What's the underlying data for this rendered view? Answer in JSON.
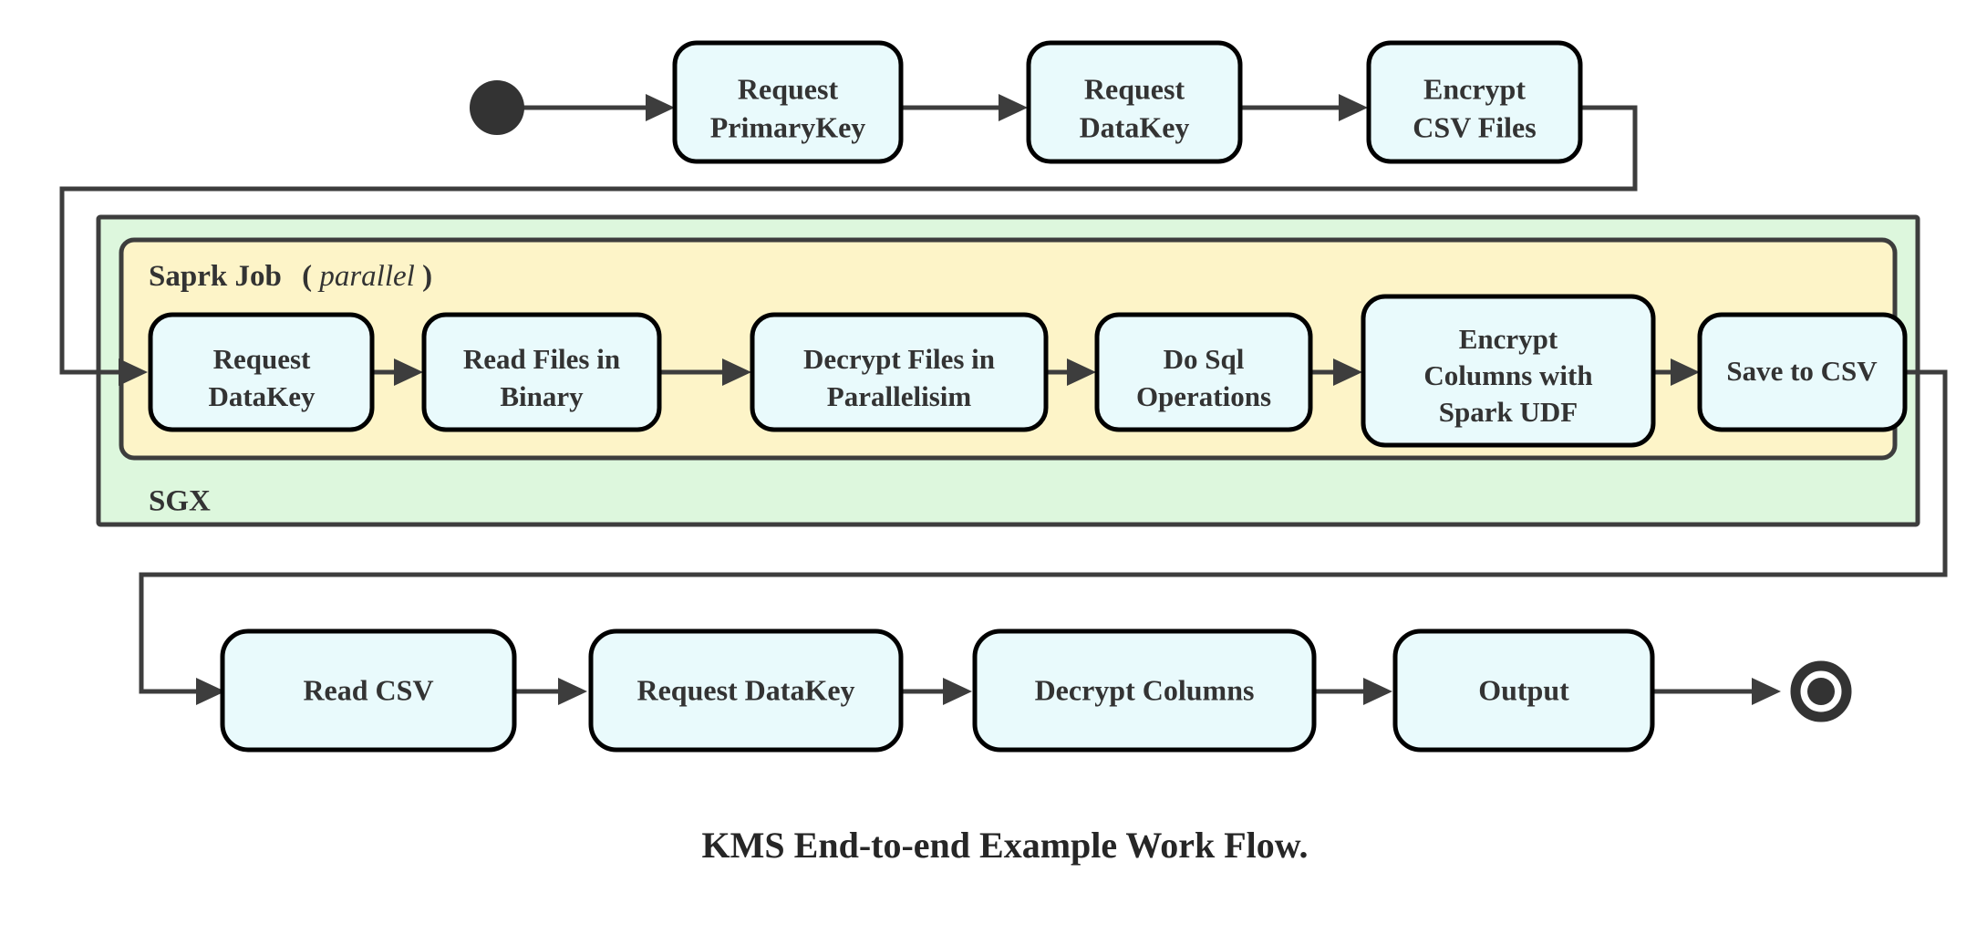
{
  "diagram": {
    "title": "KMS End-to-end Example Work Flow.",
    "type": "activity-flowchart",
    "colors": {
      "node_fill": "#e9fafc",
      "node_stroke": "#000000",
      "sgx_fill": "#ddf7dd",
      "spark_fill": "#fdf4c8",
      "connector": "#3d3d3d",
      "text": "#333333",
      "background": "#ffffff"
    },
    "containers": [
      {
        "id": "sgx",
        "label": "SGX",
        "label_position": "bottom-left"
      },
      {
        "id": "spark-job",
        "label": "Saprk Job",
        "label_suffix_open": "(",
        "label_italic": "parallel",
        "label_suffix_close": ")",
        "label_position": "top-left"
      }
    ],
    "nodes": {
      "start": {
        "kind": "start-node",
        "label": ""
      },
      "request_primarykey": {
        "line1": "Request",
        "line2": "PrimaryKey"
      },
      "request_datakey_top": {
        "line1": "Request",
        "line2": "DataKey"
      },
      "encrypt_csv_files": {
        "line1": "Encrypt",
        "line2": "CSV Files"
      },
      "request_datakey_spark": {
        "line1": "Request",
        "line2": "DataKey"
      },
      "read_files_binary": {
        "line1": "Read Files in",
        "line2": "Binary"
      },
      "decrypt_files_parallel": {
        "line1": "Decrypt Files in",
        "line2": "Parallelisim"
      },
      "do_sql_operations": {
        "line1": "Do Sql",
        "line2": "Operations"
      },
      "encrypt_columns_udf": {
        "line1": "Encrypt",
        "line2": "Columns with",
        "line3": "Spark UDF"
      },
      "save_to_csv": {
        "line1": "Save to CSV"
      },
      "read_csv": {
        "line1": "Read CSV"
      },
      "request_datakey_bottom": {
        "line1": "Request DataKey"
      },
      "decrypt_columns": {
        "line1": "Decrypt Columns"
      },
      "output": {
        "line1": "Output"
      },
      "end": {
        "kind": "end-node",
        "label": ""
      }
    },
    "sequence": [
      "start",
      "request_primarykey",
      "request_datakey_top",
      "encrypt_csv_files",
      "request_datakey_spark",
      "read_files_binary",
      "decrypt_files_parallel",
      "do_sql_operations",
      "encrypt_columns_udf",
      "save_to_csv",
      "read_csv",
      "request_datakey_bottom",
      "decrypt_columns",
      "output",
      "end"
    ]
  }
}
